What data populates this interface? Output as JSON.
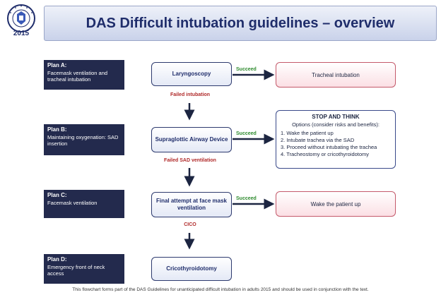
{
  "header": {
    "title": "DAS Difficult intubation guidelines – overview",
    "logo_year": "2015",
    "logo_ring_text": "DIFFICULT AIRWAY SOCIETY"
  },
  "plans": [
    {
      "title": "Plan A:",
      "text": "Facemask ventilation and tracheal intubation"
    },
    {
      "title": "Plan B:",
      "text": "Maintaining oxygenation: SAD insertion"
    },
    {
      "title": "Plan C:",
      "text": "Facemask ventilation"
    },
    {
      "title": "Plan D:",
      "text": "Emergency front of neck access"
    }
  ],
  "actions": [
    {
      "label": "Laryngoscopy"
    },
    {
      "label": "Supraglottic Airway Device"
    },
    {
      "label": "Final attempt at face mask ventilation"
    },
    {
      "label": "Cricothyroidotomy"
    }
  ],
  "succeed_label": "Succeed",
  "failures": [
    "Failed intubation",
    "Failed SAD ventilation",
    "CICO"
  ],
  "outcomes": {
    "a": "Tracheal intubation",
    "c": "Wake the patient up"
  },
  "stop_think": {
    "title": "STOP AND THINK",
    "subtitle": "Options (consider risks and benefits):",
    "items": [
      "1. Wake the patient up",
      "2. Intubate trachea via the SAD",
      "3. Proceed without intubating the trachea",
      "4. Tracheostomy or cricothyroidotomy"
    ]
  },
  "footer": "This flowchart forms part of the DAS Guidelines for unanticipated difficult intubation in adults 2015 and should be used in conjunction with the text.",
  "colors": {
    "plan_panel": "#232a4d",
    "title_text": "#1f2d6b",
    "succeed": "#2e8b2e",
    "fail": "#b02a2a",
    "outcome_border": "#c45a6b"
  }
}
